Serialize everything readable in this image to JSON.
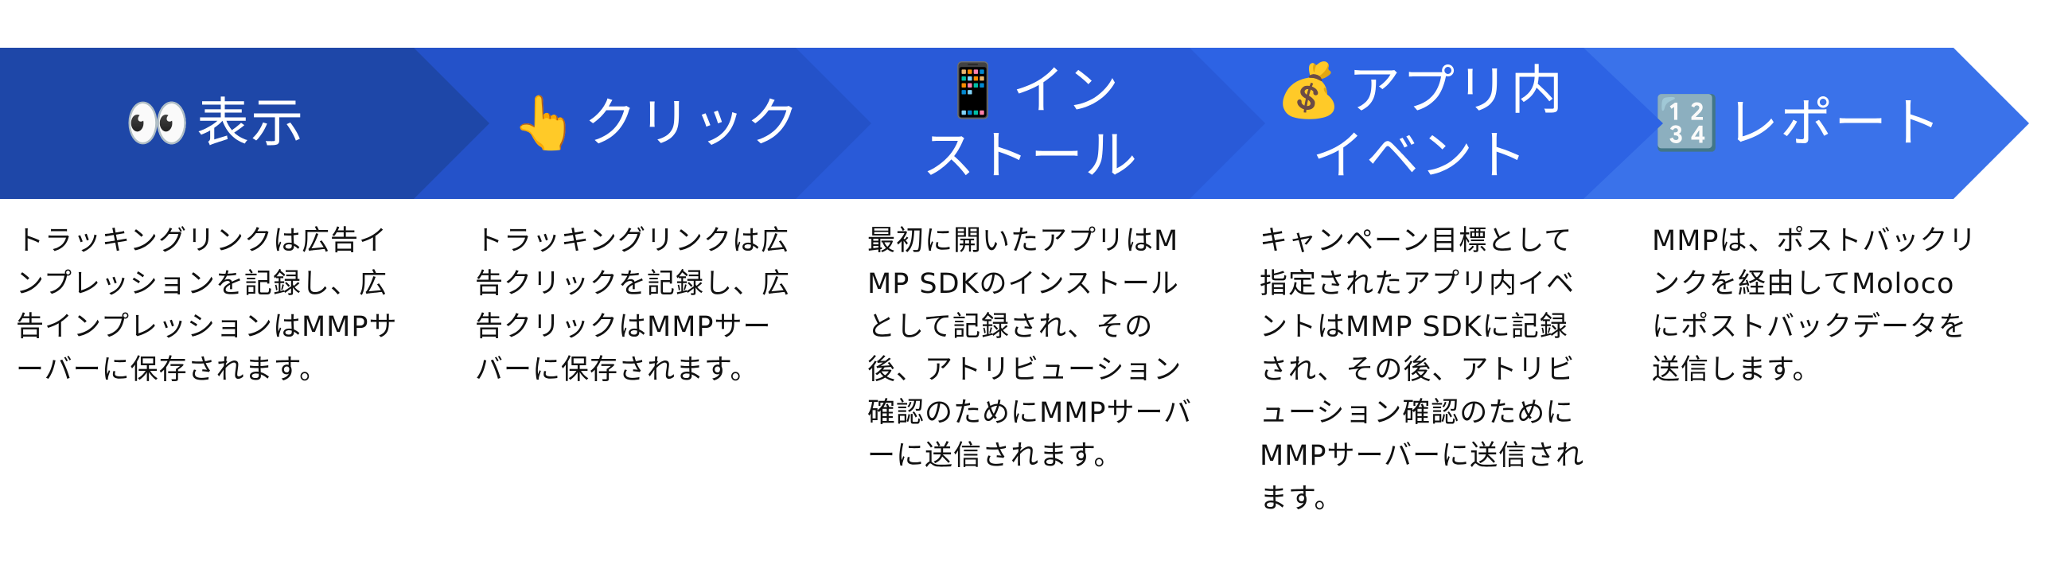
{
  "colors": {
    "step1": "#1E47A8",
    "step2": "#2452C9",
    "step3": "#295AD8",
    "step4": "#2D63E4",
    "step5": "#3A72EA",
    "text": "#111111",
    "label": "#FFFFFF"
  },
  "steps": [
    {
      "icon": "eyes-icon",
      "emoji": "👀",
      "title": "表示",
      "description": "トラッキングリンクは広告インプレッションを記録し、広告インプレッションはMMPサーバーに保存されます。"
    },
    {
      "icon": "pointing-finger-icon",
      "emoji": "👆",
      "title": "クリック",
      "description": "トラッキングリンクは広告クリックを記録し、広告クリックはMMPサーバーに保存されます。"
    },
    {
      "icon": "mobile-phone-icon",
      "emoji": "📱",
      "title": "インストール",
      "description": "最初に開いたアプリはMMP SDKのインストールとして記録され、その後、アトリビューション確認のためにMMPサーバーに送信されます。"
    },
    {
      "icon": "money-bag-icon",
      "emoji": "💰",
      "title": "アプリ内イベント",
      "description": "キャンペーン目標として指定されたアプリ内イベントはMMP SDKに記録され、その後、アトリビューション確認のためにMMPサーバーに送信されます。"
    },
    {
      "icon": "numbers-icon",
      "emoji": "🔢",
      "title": "レポート",
      "description": "MMPは、ポストバックリンクを経由してMolocoにポストバックデータを送信します。"
    }
  ]
}
